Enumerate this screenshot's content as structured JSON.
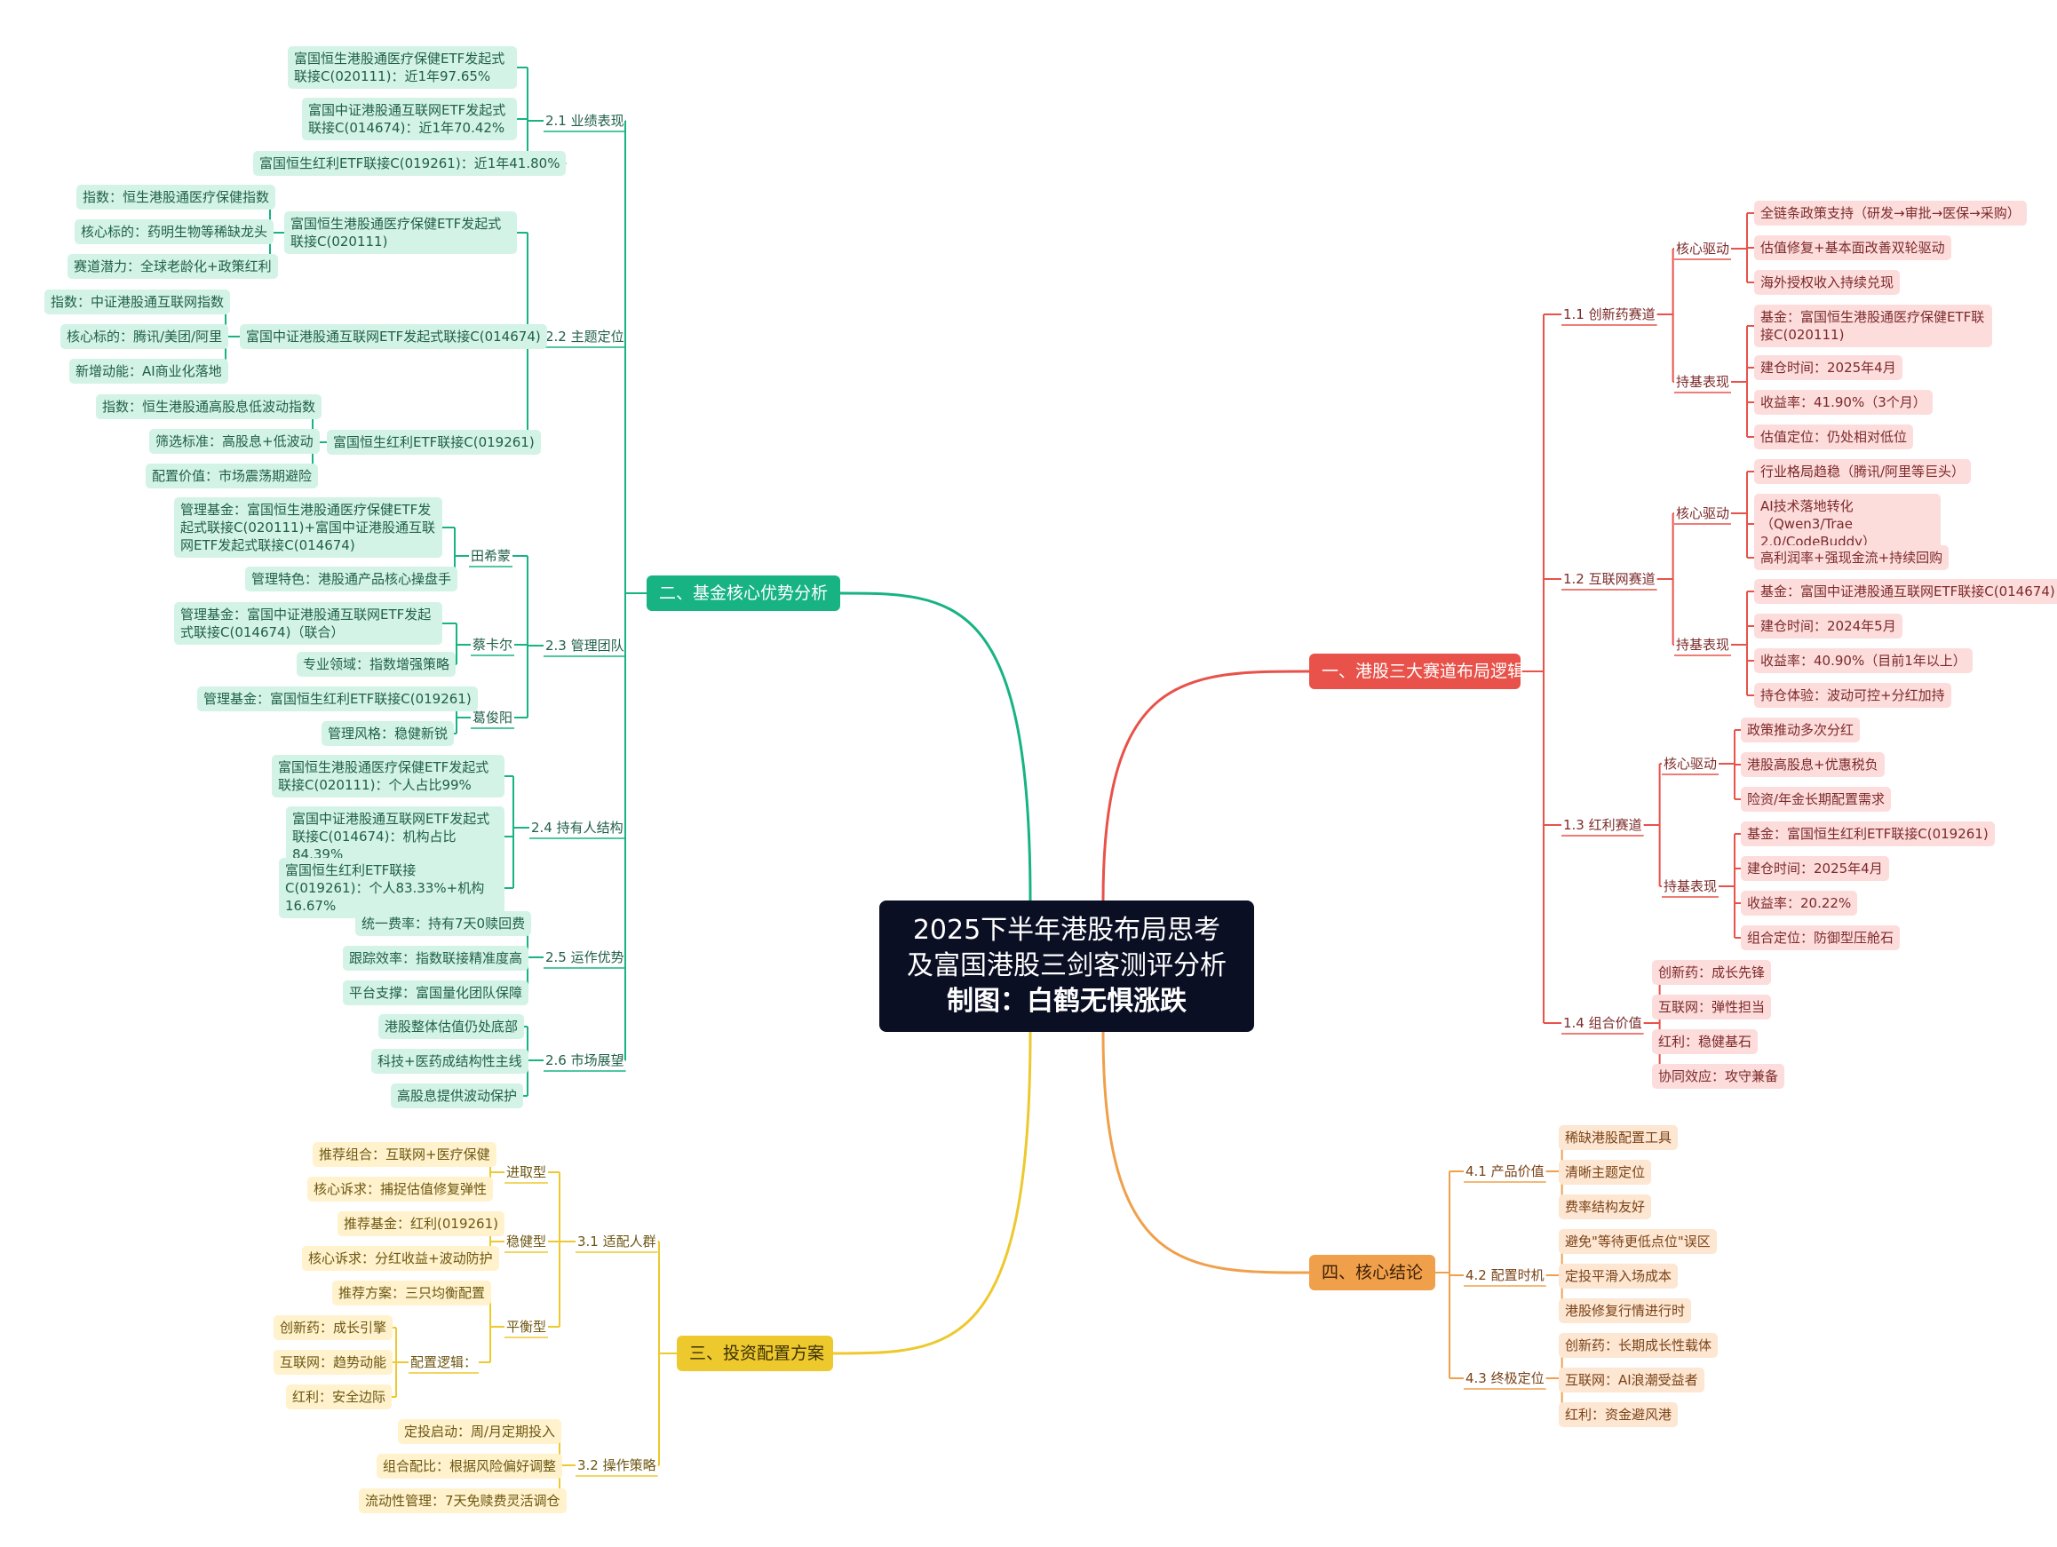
{
  "title": {
    "line1": "2025下半年港股布局思考",
    "line2": "及富国港股三剑客测评分析",
    "line3": "制图：白鹤无惧涨跌"
  },
  "colors": {
    "green": "#17b383",
    "red": "#e8524a",
    "yellow": "#edc92e",
    "orange": "#f0a04b",
    "root": "#0b0f24"
  },
  "branch1": {
    "label": "一、港股三大赛道布局逻辑",
    "s1": {
      "label": "1.1 创新药赛道",
      "drive": {
        "label": "核心驱动",
        "items": [
          "全链条政策支持（研发→审批→医保→采购）",
          "估值修复+基本面改善双轮驱动",
          "海外授权收入持续兑现"
        ]
      },
      "perf": {
        "label": "持基表现",
        "items": [
          "基金：富国恒生港股通医疗保健ETF联接C(020111)",
          "建仓时间：2025年4月",
          "收益率：41.90%（3个月）",
          "估值定位：仍处相对低位"
        ]
      }
    },
    "s2": {
      "label": "1.2 互联网赛道",
      "drive": {
        "label": "核心驱动",
        "items": [
          "行业格局趋稳（腾讯/阿里等巨头）",
          "AI技术落地转化（Qwen3/Trae 2.0/CodeBuddy）",
          "高利润率+强现金流+持续回购"
        ]
      },
      "perf": {
        "label": "持基表现",
        "items": [
          "基金：富国中证港股通互联网ETF联接C(014674)",
          "建仓时间：2024年5月",
          "收益率：40.90%（目前1年以上）",
          "持仓体验：波动可控+分红加持"
        ]
      }
    },
    "s3": {
      "label": "1.3 红利赛道",
      "drive": {
        "label": "核心驱动",
        "items": [
          "政策推动多次分红",
          "港股高股息+优惠税负",
          "险资/年金长期配置需求"
        ]
      },
      "perf": {
        "label": "持基表现",
        "items": [
          "基金：富国恒生红利ETF联接C(019261)",
          "建仓时间：2025年4月",
          "收益率：20.22%",
          "组合定位：防御型压舱石"
        ]
      }
    },
    "s4": {
      "label": "1.4 组合价值",
      "items": [
        "创新药：成长先锋",
        "互联网：弹性担当",
        "红利：稳健基石",
        "协同效应：攻守兼备"
      ]
    }
  },
  "branch2": {
    "label": "二、基金核心优势分析",
    "s1": {
      "label": "2.1 业绩表现",
      "items": [
        "富国恒生港股通医疗保健ETF发起式联接C(020111)：近1年97.65%",
        "富国中证港股通互联网ETF发起式联接C(014674)：近1年70.42%",
        "富国恒生红利ETF联接C(019261)：近1年41.80%"
      ]
    },
    "s2": {
      "label": "2.2 主题定位",
      "f1": {
        "label": "富国恒生港股通医疗保健ETF发起式联接C(020111)",
        "items": [
          "指数：恒生港股通医疗保健指数",
          "核心标的：药明生物等稀缺龙头",
          "赛道潜力：全球老龄化+政策红利"
        ]
      },
      "f2": {
        "label": "富国中证港股通互联网ETF发起式联接C(014674)",
        "items": [
          "指数：中证港股通互联网指数",
          "核心标的：腾讯/美团/阿里",
          "新增动能：AI商业化落地"
        ]
      },
      "f3": {
        "label": "富国恒生红利ETF联接C(019261)",
        "items": [
          "指数：恒生港股通高股息低波动指数",
          "筛选标准：高股息+低波动",
          "配置价值：市场震荡期避险"
        ]
      }
    },
    "s3": {
      "label": "2.3 管理团队",
      "m1": {
        "label": "田希蒙",
        "items": [
          "管理基金：富国恒生港股通医疗保健ETF发起式联接C(020111)+富国中证港股通互联网ETF发起式联接C(014674)",
          "管理特色：港股通产品核心操盘手"
        ]
      },
      "m2": {
        "label": "蔡卡尔",
        "items": [
          "管理基金：富国中证港股通互联网ETF发起式联接C(014674)（联合）",
          "专业领域：指数增强策略"
        ]
      },
      "m3": {
        "label": "葛俊阳",
        "items": [
          "管理基金：富国恒生红利ETF联接C(019261)",
          "管理风格：稳健新锐"
        ]
      }
    },
    "s4": {
      "label": "2.4 持有人结构",
      "items": [
        "富国恒生港股通医疗保健ETF发起式联接C(020111)：个人占比99%",
        "富国中证港股通互联网ETF发起式联接C(014674)：机构占比84.39%",
        "富国恒生红利ETF联接C(019261)：个人83.33%+机构16.67%"
      ]
    },
    "s5": {
      "label": "2.5 运作优势",
      "items": [
        "统一费率：持有7天0赎回费",
        "跟踪效率：指数联接精准度高",
        "平台支撑：富国量化团队保障"
      ]
    },
    "s6": {
      "label": "2.6 市场展望",
      "items": [
        "港股整体估值仍处底部",
        "科技+医药成结构性主线",
        "高股息提供波动保护"
      ]
    }
  },
  "branch3": {
    "label": "三、投资配置方案",
    "s1": {
      "label": "3.1 适配人群",
      "t1": {
        "label": "进取型",
        "items": [
          "推荐组合：互联网+医疗保健",
          "核心诉求：捕捉估值修复弹性"
        ]
      },
      "t2": {
        "label": "稳健型",
        "items": [
          "推荐基金：红利(019261)",
          "核心诉求：分红收益+波动防护"
        ]
      },
      "t3": {
        "label": "平衡型",
        "plan": "推荐方案：三只均衡配置",
        "logic": {
          "label": "配置逻辑：",
          "items": [
            "创新药：成长引擎",
            "互联网：趋势动能",
            "红利：安全边际"
          ]
        }
      }
    },
    "s2": {
      "label": "3.2 操作策略",
      "items": [
        "定投启动：周/月定期投入",
        "组合配比：根据风险偏好调整",
        "流动性管理：7天免赎费灵活调仓"
      ]
    }
  },
  "branch4": {
    "label": "四、核心结论",
    "s1": {
      "label": "4.1 产品价值",
      "items": [
        "稀缺港股配置工具",
        "清晰主题定位",
        "费率结构友好"
      ]
    },
    "s2": {
      "label": "4.2 配置时机",
      "items": [
        "避免\"等待更低点位\"误区",
        "定投平滑入场成本",
        "港股修复行情进行时"
      ]
    },
    "s3": {
      "label": "4.3 终极定位",
      "items": [
        "创新药：长期成长性载体",
        "互联网：AI浪潮受益者",
        "红利：资金避风港"
      ]
    }
  }
}
